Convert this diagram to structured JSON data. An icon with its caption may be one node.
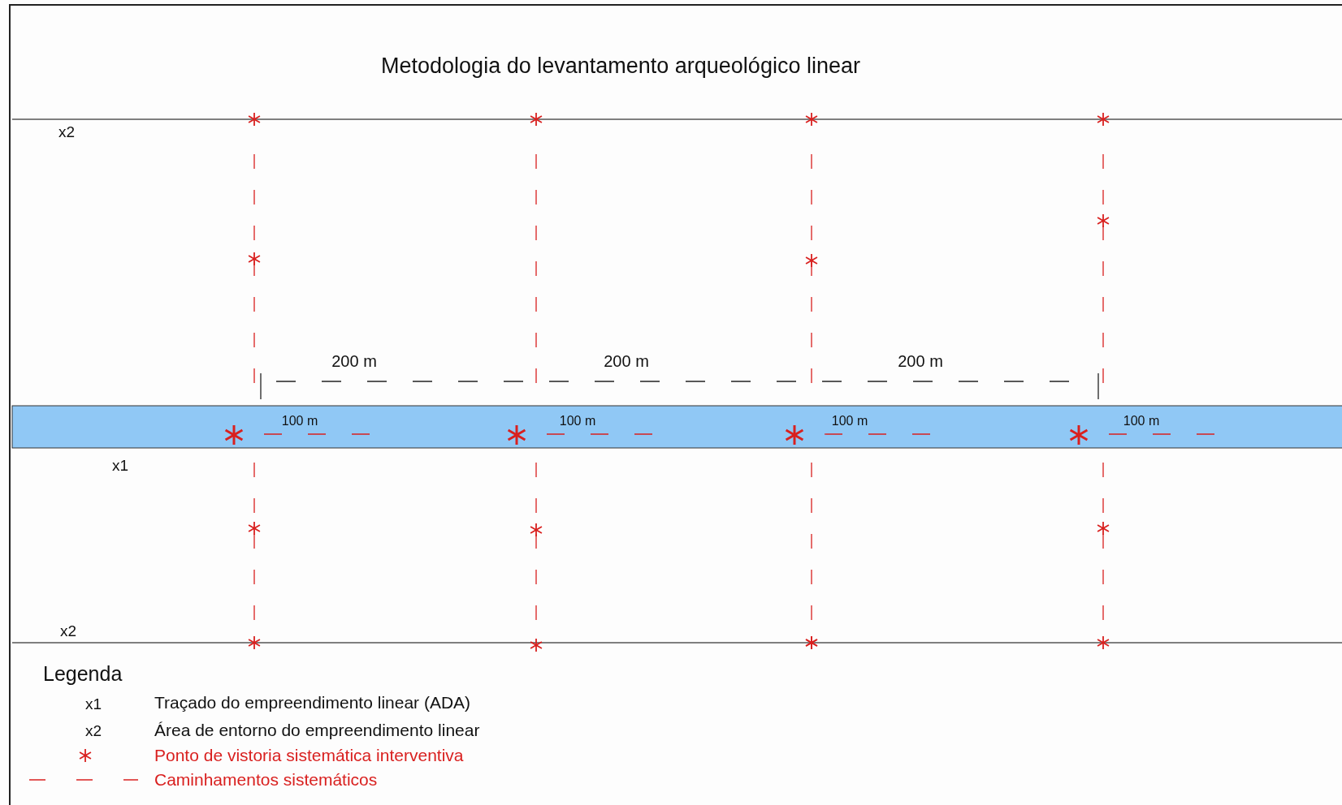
{
  "diagram": {
    "title": "Metodologia do levantamento arqueológico linear",
    "labels": [
      "x2",
      "200 m",
      "200 m",
      "200 m",
      "100 m",
      "100 m",
      "100 m",
      "100 m",
      "x1",
      "x2",
      "Legenda",
      "x1",
      "x2"
    ],
    "legend": [
      {
        "text": "Traçado do empreendimento linear (ADA)"
      },
      {
        "text": "Área de entorno do empreendimento linear"
      },
      {
        "text": "Ponto de vistoria sistemática interventiva"
      },
      {
        "text": "Caminhamentos sistemáticos"
      }
    ]
  }
}
